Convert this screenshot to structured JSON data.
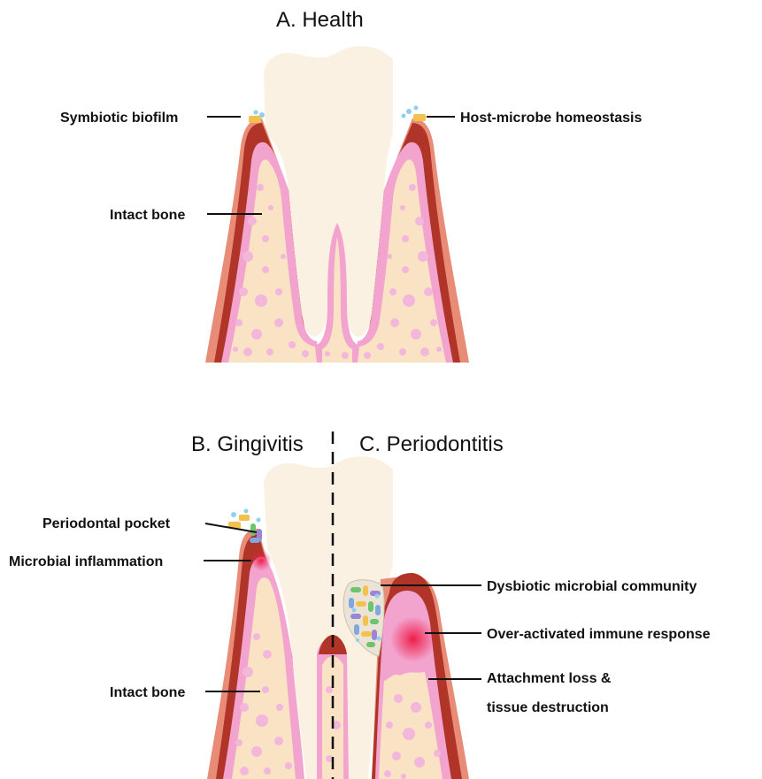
{
  "panels": {
    "health": {
      "title": "A.  Health",
      "labels": {
        "symbiotic_biofilm": "Symbiotic biofilm",
        "host_microbe": "Host-microbe homeostasis",
        "intact_bone": "Intact bone"
      }
    },
    "gingivitis": {
      "title": "B.  Gingivitis",
      "labels": {
        "periodontal_pocket": "Periodontal pocket",
        "microbial_inflammation": "Microbial inflammation",
        "intact_bone": "Intact bone"
      }
    },
    "periodontitis": {
      "title": "C.  Periodontitis",
      "labels": {
        "dysbiotic": "Dysbiotic microbial community",
        "over_activated": "Over-activated immune response",
        "attachment_loss_line1": "Attachment loss &",
        "attachment_loss_line2": "tissue destruction"
      }
    }
  },
  "colors": {
    "tooth": "#fbf1e2",
    "gum_outer": "#e88c78",
    "gum_red": "#b03427",
    "gum_pink": "#f2a4cf",
    "bone": "#f9e3c4",
    "bone_pores": "#f2b7da",
    "biofilm": "#f3c24c",
    "inflammation": "#ee1f4a",
    "leader_line": "#111111",
    "divider": "#111111"
  }
}
